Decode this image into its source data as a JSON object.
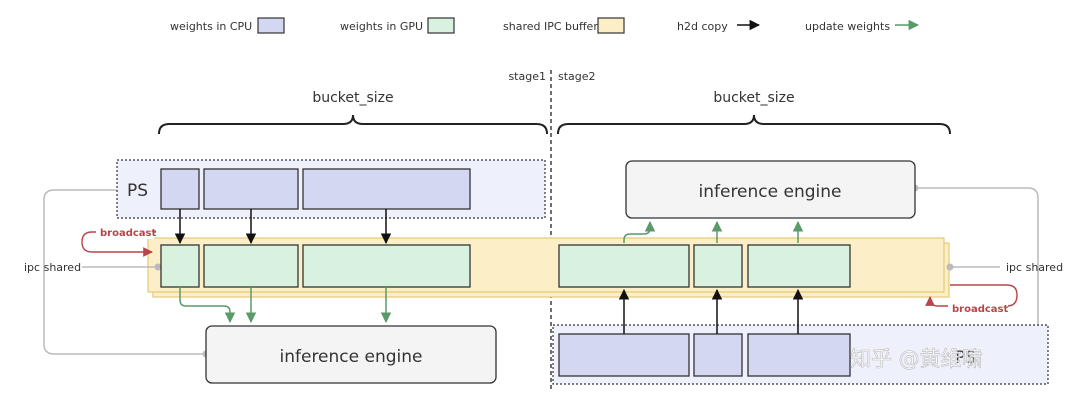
{
  "legend": {
    "cpu": "weights in CPU",
    "gpu": "weights in GPU",
    "ipc": "shared IPC buffer",
    "h2d": "h2d copy",
    "update": "update weights"
  },
  "stage1": "stage1",
  "stage2": "stage2",
  "bucket_left": "bucket_size",
  "bucket_right": "bucket_size",
  "ps_left": "PS",
  "ps_right": "PS",
  "engine_top": "inference engine",
  "engine_bottom": "inference engine",
  "ipc_left": "ipc shared",
  "ipc_right": "ipc shared",
  "broadcast_left": "broadcast",
  "broadcast_right": "broadcast",
  "watermark": "知乎 @黄维啸",
  "colors": {
    "cpu_fill": "#d4d7f1",
    "gpu_fill": "#d9f2df",
    "ipc_fill": "#fcefc7",
    "h2d_arrow": "#111111",
    "update_arrow": "#5a9a68",
    "broadcast": "#b8454a"
  }
}
